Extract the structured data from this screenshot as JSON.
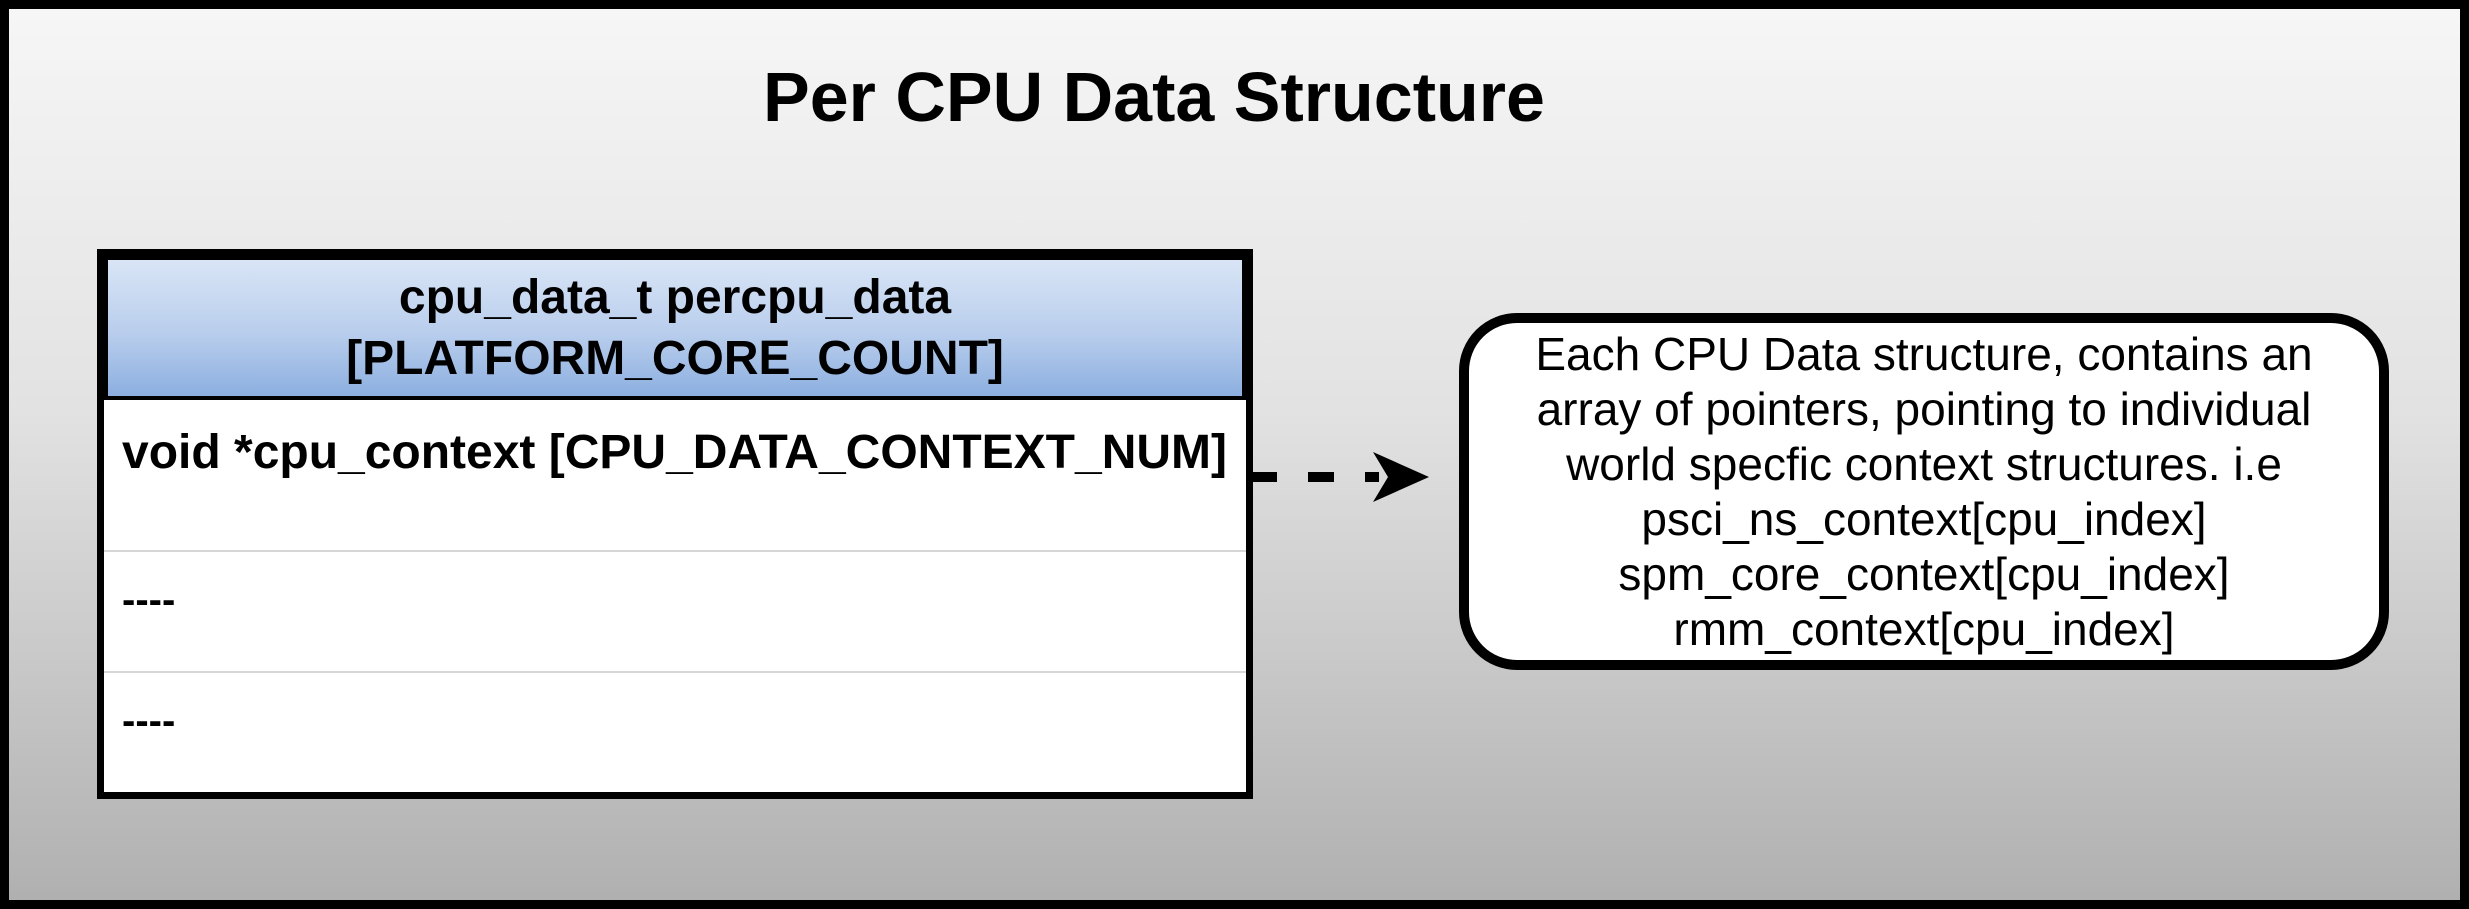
{
  "title": "Per CPU Data Structure",
  "struct_table": {
    "header": {
      "line1": "cpu_data_t percpu_data",
      "line2": "[PLATFORM_CORE_COUNT]"
    },
    "rows": [
      {
        "label": "void *cpu_context [CPU_DATA_CONTEXT_NUM]"
      },
      {
        "label": "----"
      },
      {
        "label": "----"
      }
    ]
  },
  "arrow": {
    "type": "dashed-right-arrow"
  },
  "annotation_box": {
    "lines": [
      "Each CPU Data structure, contains an",
      "array of pointers, pointing to individual",
      "world specfic context structures. i.e",
      "psci_ns_context[cpu_index]",
      "spm_core_context[cpu_index]",
      "rmm_context[cpu_index]"
    ]
  },
  "colors": {
    "background_top": "#f6f6f6",
    "background_bottom": "#b0b0b0",
    "outer_border": "#000000",
    "header_gradient_top": "#d9e5f6",
    "header_gradient_bottom": "#8cafe0",
    "cell_background": "#ffffff",
    "row_separator": "#d6d6d6",
    "text": "#000000"
  }
}
